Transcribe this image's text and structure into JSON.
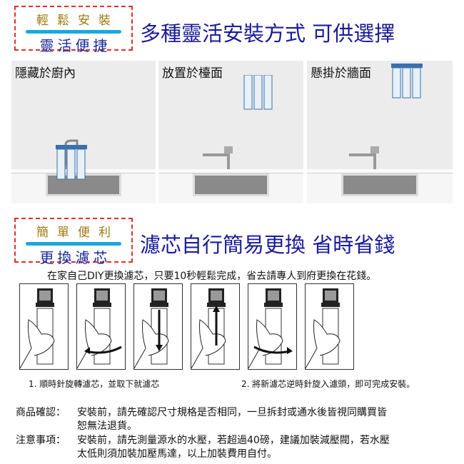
{
  "section1": {
    "badge_top": "輕鬆安裝",
    "badge_bottom": "靈活便捷",
    "headline": "多種靈活安裝方式 可供選擇",
    "panels": [
      {
        "label": "隱藏於廚內"
      },
      {
        "label": "放置於檯面"
      },
      {
        "label": "懸掛於牆面"
      }
    ]
  },
  "section2": {
    "badge_top": "簡單便利",
    "badge_bottom": "更換濾芯",
    "headline": "濾芯自行簡易更換 省時省錢",
    "intro": "在家自己DIY更換濾芯，只要10秒輕鬆完成，省去請專人到府更換在花錢。",
    "step1_caption": "1. 順時針旋轉濾芯，並取下就濾芯",
    "step2_caption": "2. 將新濾芯逆時針旋入濾頭，即可完成安裝。"
  },
  "notes": [
    {
      "key": "商品確認：",
      "line1": "安裝前，請先確認尺寸規格是否相同，一旦拆封或通水後皆視同購買皆",
      "line2": "恕無法退貨。"
    },
    {
      "key": "注意事項：",
      "line1": "安裝前，請先測量源水的水壓，若超過40磅，建議加裝減壓閥，若水壓",
      "line2": "太低則須加裝加壓馬達，以上加裝費用自付。"
    }
  ]
}
